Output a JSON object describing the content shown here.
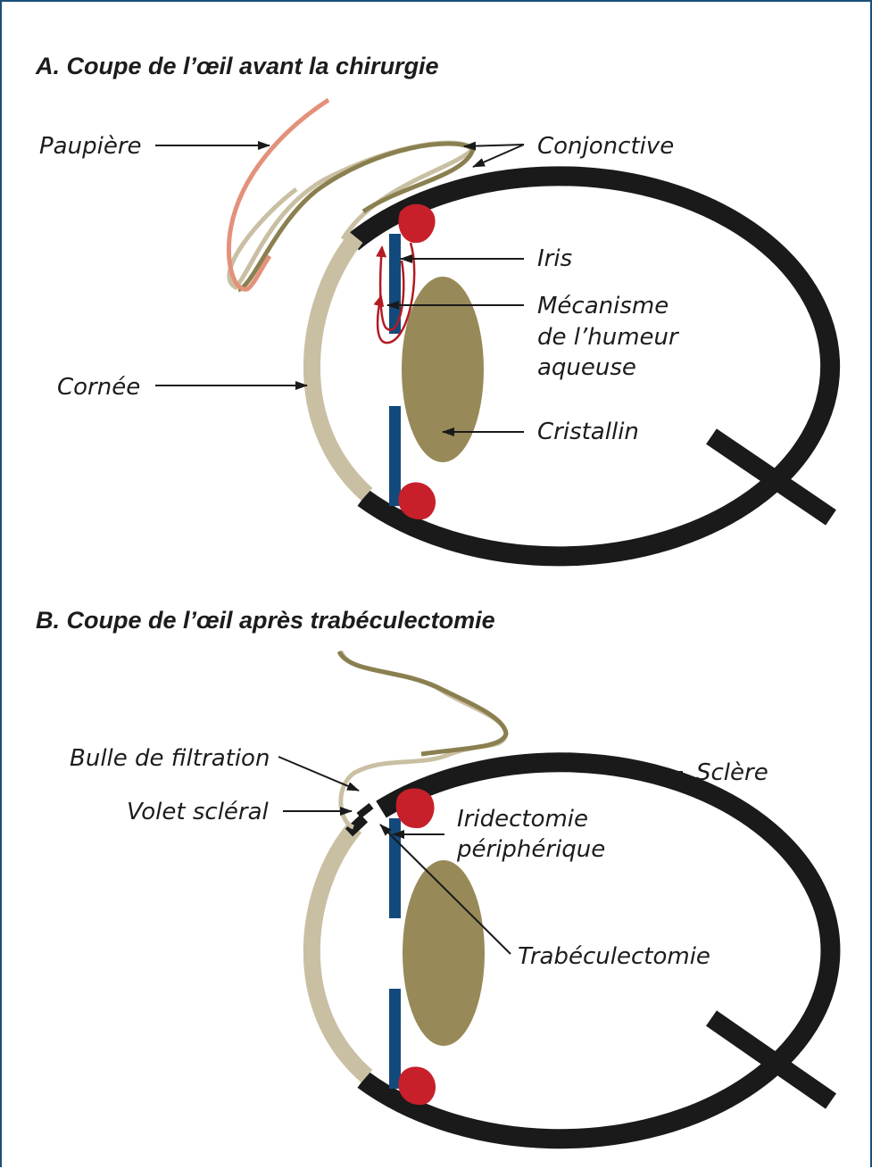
{
  "colors": {
    "border": "#1b4f7a",
    "sclera": "#1a1a1a",
    "cornea": "#c9bfa3",
    "conjunctiva": "#8a7f4f",
    "eyelid": "#e3917b",
    "iris": "#134a7c",
    "ciliary_body": "#c7202a",
    "lens": "#978a58",
    "aqueous_flow": "#b31b22"
  },
  "panel_a": {
    "title": "A. Coupe de l’œil avant la chirurgie",
    "labels": {
      "eyelid": "Paupière",
      "conjunctiva": "Conjonctive",
      "iris": "Iris",
      "aqueous_line1": "Mécanisme",
      "aqueous_line2": "de l’humeur",
      "aqueous_line3": "aqueuse",
      "cornea": "Cornée",
      "lens": "Cristallin"
    }
  },
  "panel_b": {
    "title": "B. Coupe de l’œil après trabéculectomie",
    "labels": {
      "filtration_bleb": "Bulle de filtration",
      "scleral_flap": "Volet scléral",
      "sclera": "Sclère",
      "iridectomy_line1": "Iridectomie",
      "iridectomy_line2": "périphérique",
      "trabeculectomy": "Trabéculectomie"
    }
  }
}
